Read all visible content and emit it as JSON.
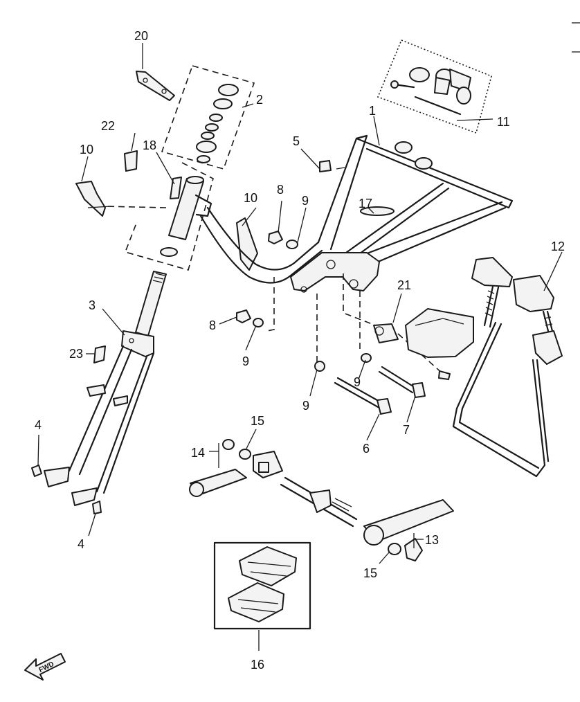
{
  "diagram": {
    "callouts": {
      "c1": "1",
      "c2": "2",
      "c3": "3",
      "c4a": "4",
      "c4b": "4",
      "c5": "5",
      "c6": "6",
      "c7": "7",
      "c8a": "8",
      "c8b": "8",
      "c9a": "9",
      "c9b": "9",
      "c9c": "9",
      "c9d": "9",
      "c10a": "10",
      "c10b": "10",
      "c11": "11",
      "c12": "12",
      "c13": "13",
      "c14": "14",
      "c15a": "15",
      "c15b": "15",
      "c16": "16",
      "c17": "17",
      "c18": "18",
      "c20": "20",
      "c21": "21",
      "c22": "22",
      "c23": "23"
    },
    "direction_badge": "FWD"
  }
}
